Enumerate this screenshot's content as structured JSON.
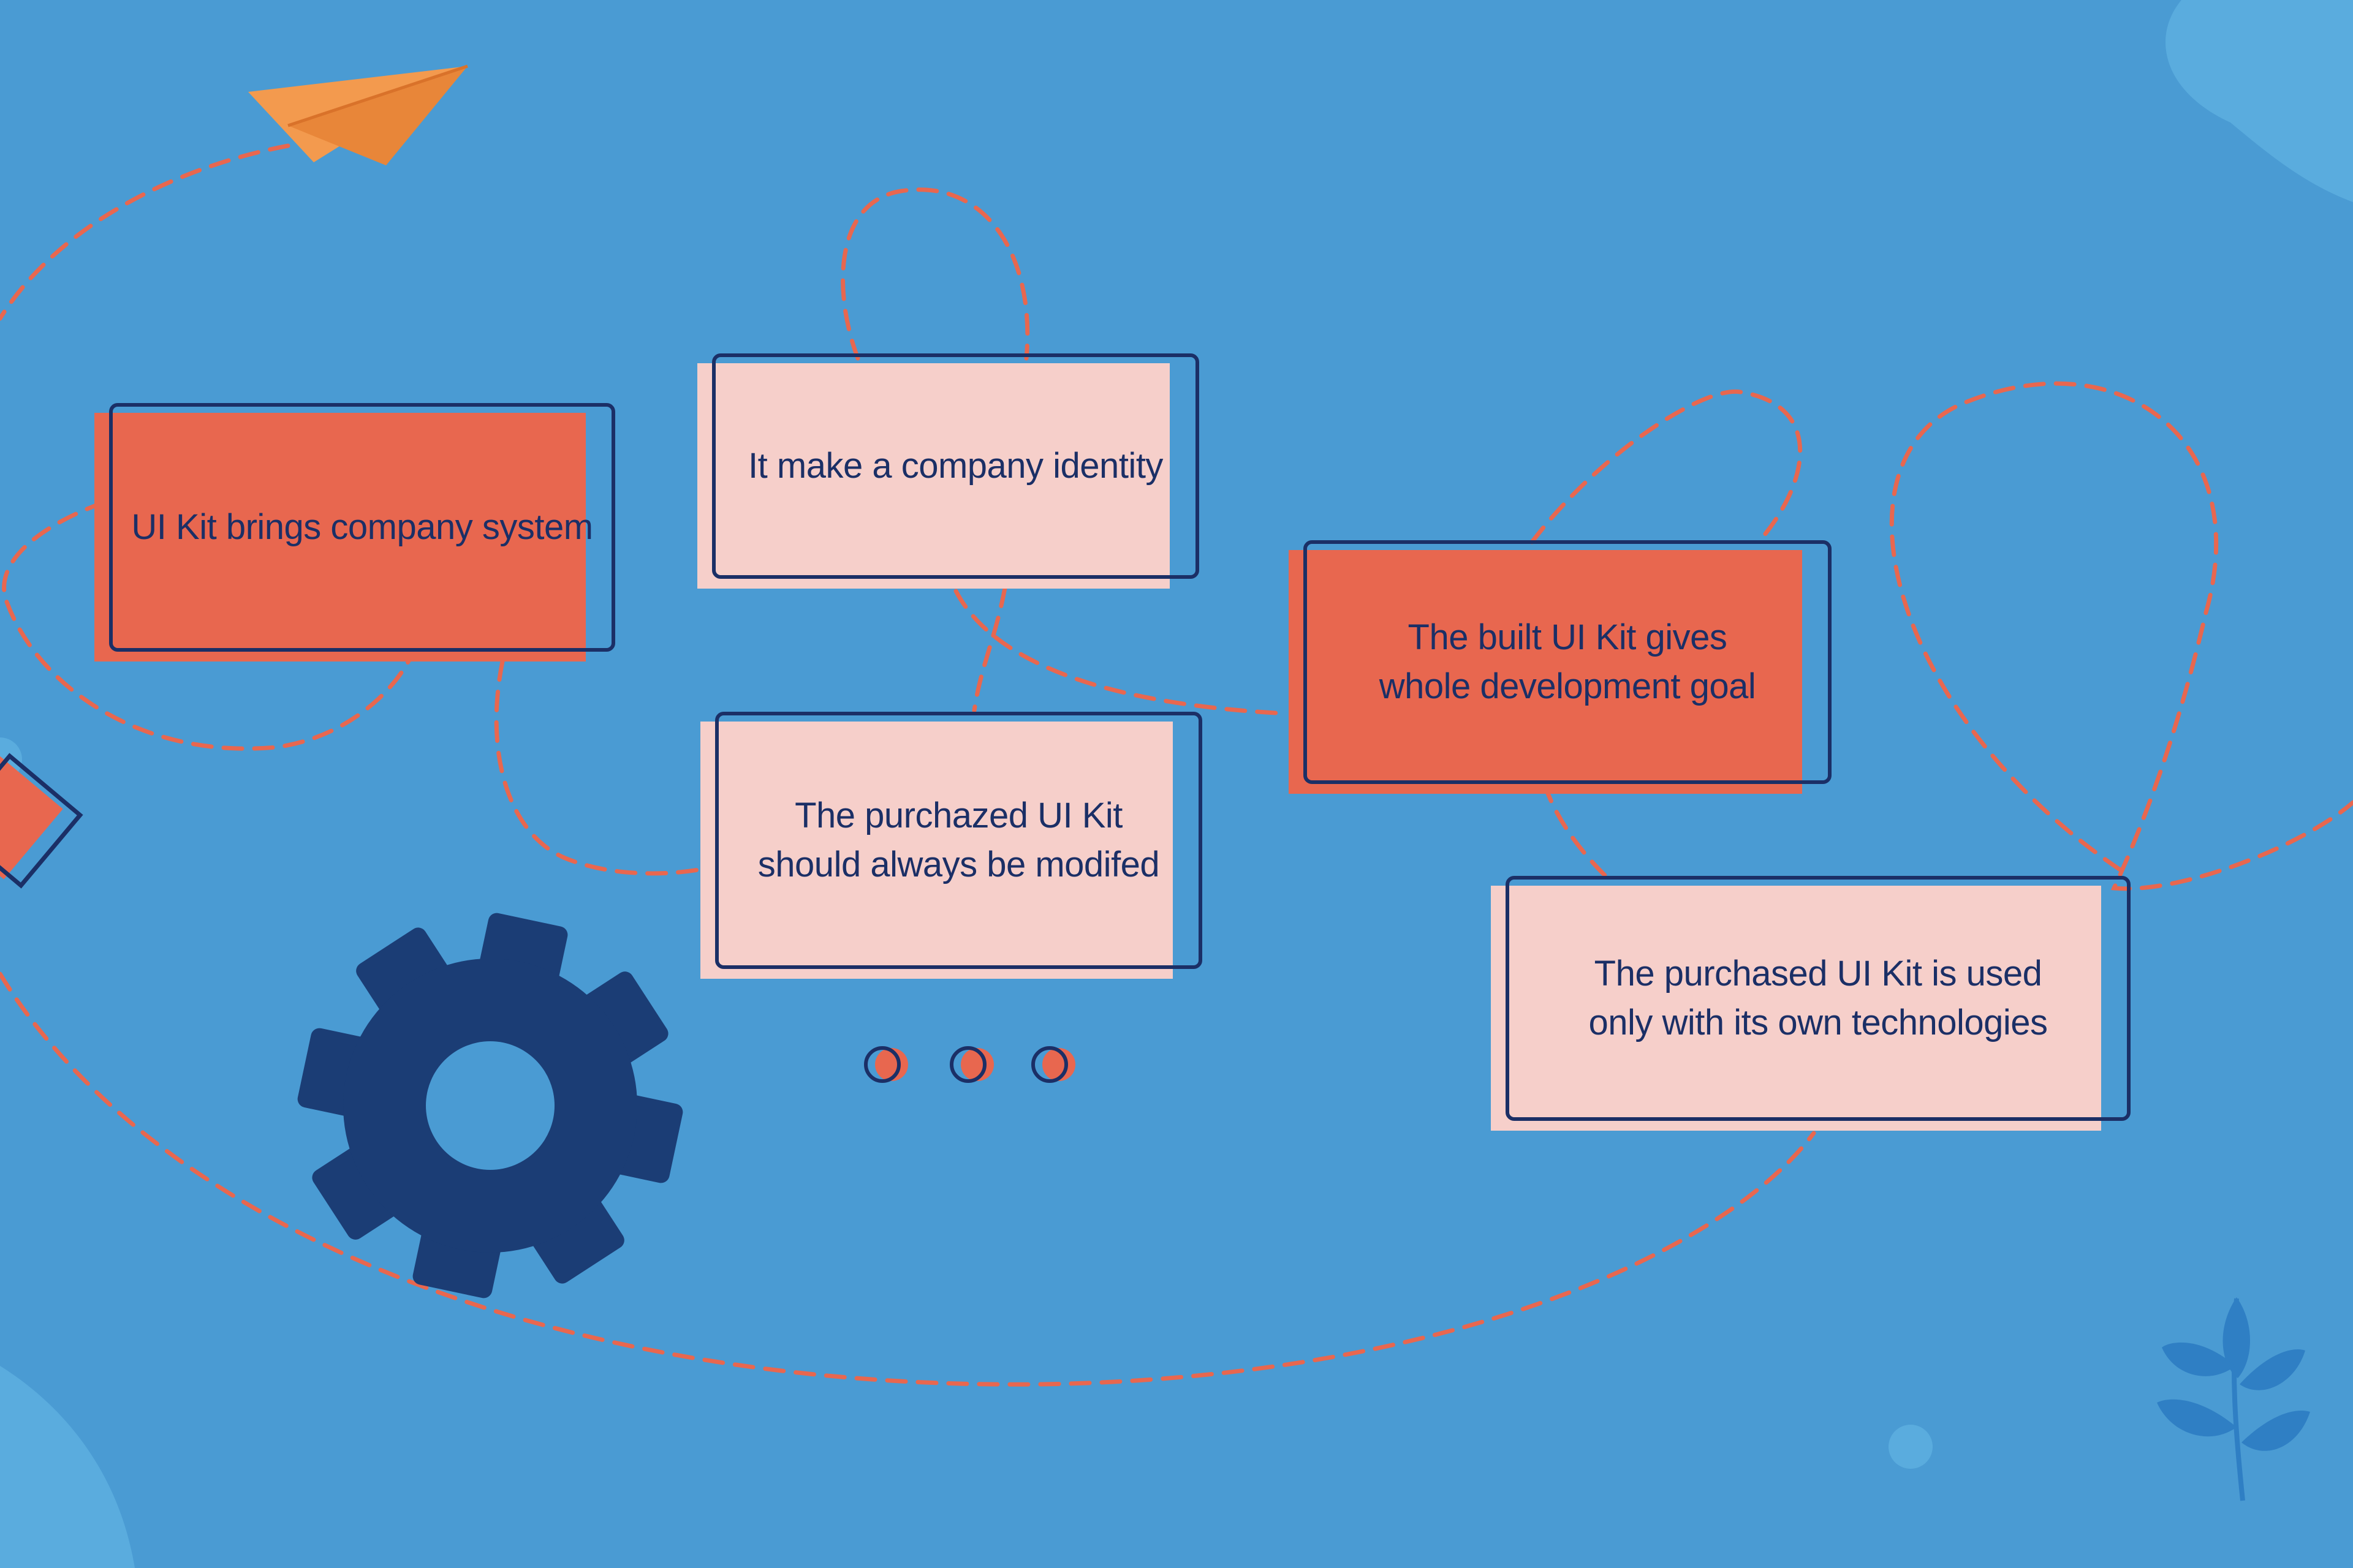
{
  "colors": {
    "background": "#4a9bd3",
    "accent_red": "#e8674f",
    "card_pink": "#f6cfca",
    "outline_navy": "#1b2f66",
    "plane_orange": "#f39a4e"
  },
  "icons": [
    "paper-plane-icon",
    "gear-icon",
    "leaf-sprig-icon",
    "ellipsis-dots-icon",
    "tilted-square-icon"
  ],
  "cards": [
    {
      "id": "card-ui-kit-brings-system",
      "text": "UI Kit brings company system",
      "style": "red"
    },
    {
      "id": "card-company-identity",
      "text": "It make a company identity",
      "style": "pink"
    },
    {
      "id": "card-built-ui-kit-goal",
      "text": "The built UI Kit gives\nwhole development goal",
      "style": "red"
    },
    {
      "id": "card-purchazed-modified",
      "text": "The purchazed UI Kit\nshould always be modifed",
      "style": "pink"
    },
    {
      "id": "card-purchased-own-tech",
      "text": "The purchased UI Kit is used\nonly with its own technologies",
      "style": "pink"
    }
  ]
}
